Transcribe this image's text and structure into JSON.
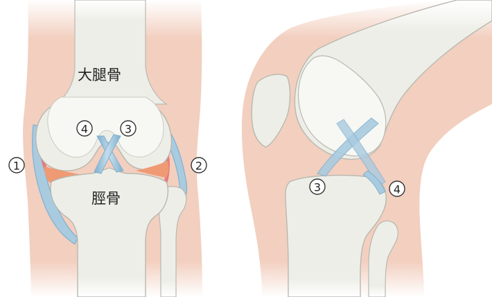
{
  "labels": {
    "femur": "大腿骨",
    "tibia": "脛骨"
  },
  "markers": {
    "m1": "1",
    "m2": "2",
    "m3": "3",
    "m4": "4"
  },
  "colors": {
    "skin": "#f2cfbf",
    "bone": "#eeeee8",
    "bone_shade": "#d9dbd2",
    "bone_outline": "#b7b9b0",
    "ligament": "#a9cbe0",
    "ligament_dark": "#7fb0cf",
    "meniscus": "#f09a74",
    "cartilage_edge": "#e77b7b"
  }
}
